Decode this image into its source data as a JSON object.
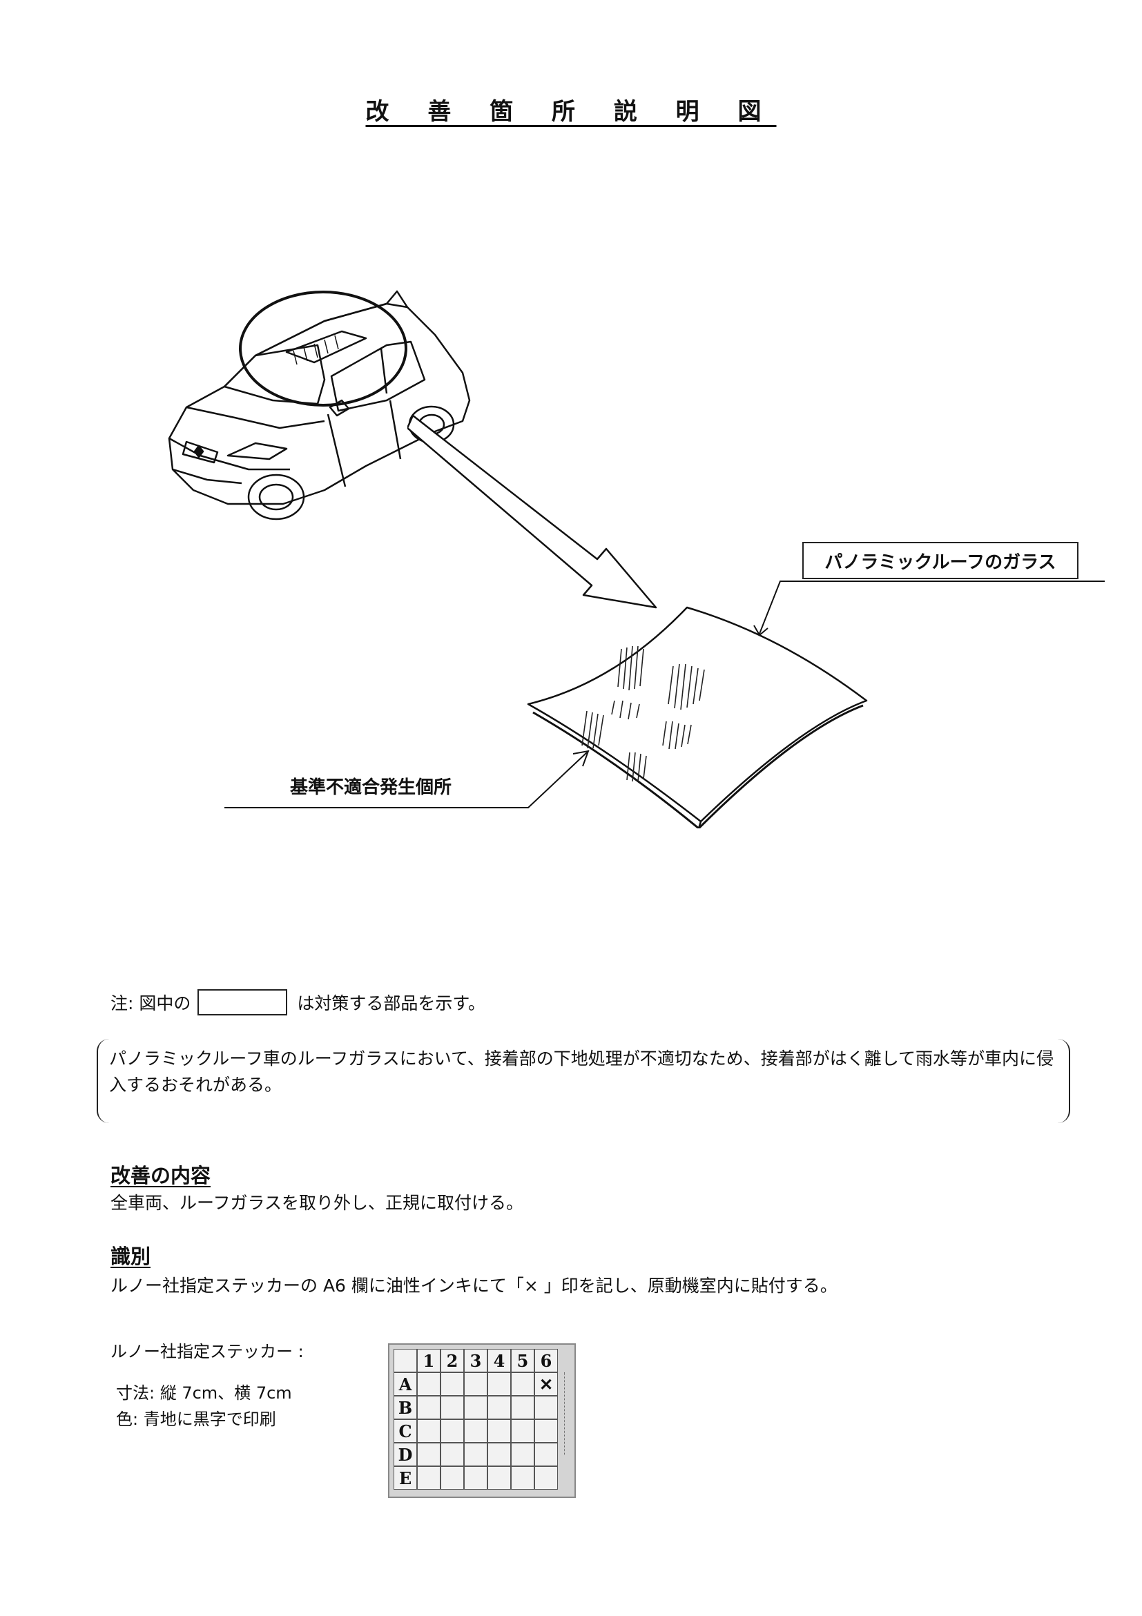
{
  "title": "改 善 箇 所 説 明 図",
  "diagram": {
    "glass_label": "パノラミックルーフのガラス",
    "defect_label": "基準不適合発生個所"
  },
  "note": {
    "prefix": "注:  図中の",
    "suffix": "は対策する部品を示す。"
  },
  "description": "パノラミックルーフ車のルーフガラスにおいて、接着部の下地処理が不適切なため、接着部がはく離して雨水等が車内に侵入するおそれがある。",
  "improvement": {
    "heading": "改善の内容",
    "text": "全車両、ルーフガラスを取り外し、正規に取付ける。"
  },
  "identification": {
    "heading": "識別",
    "text": "ルノー社指定ステッカーの  A6 欄に油性インキにて「× 」印を記し、原動機室内に貼付する。"
  },
  "sticker": {
    "label": "ルノー社指定ステッカー   :",
    "size": "寸法:  縦 7cm、横 7cm",
    "color": "色:  青地に黒字で印刷",
    "columns": [
      "1",
      "2",
      "3",
      "4",
      "5",
      "6"
    ],
    "rows": [
      "A",
      "B",
      "C",
      "D",
      "E"
    ],
    "mark": "✕"
  }
}
